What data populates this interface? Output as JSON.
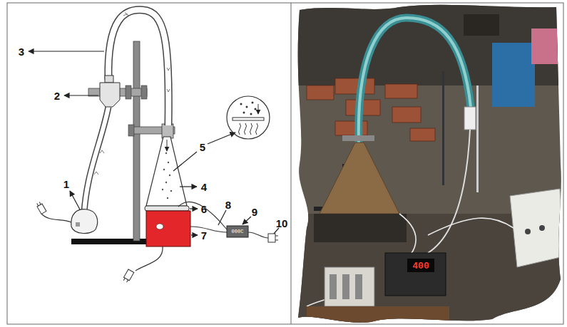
{
  "diagram": {
    "labels": [
      "1",
      "2",
      "3",
      "4",
      "5",
      "6",
      "7",
      "8",
      "9",
      "10",
      "000C",
      "400"
    ]
  }
}
